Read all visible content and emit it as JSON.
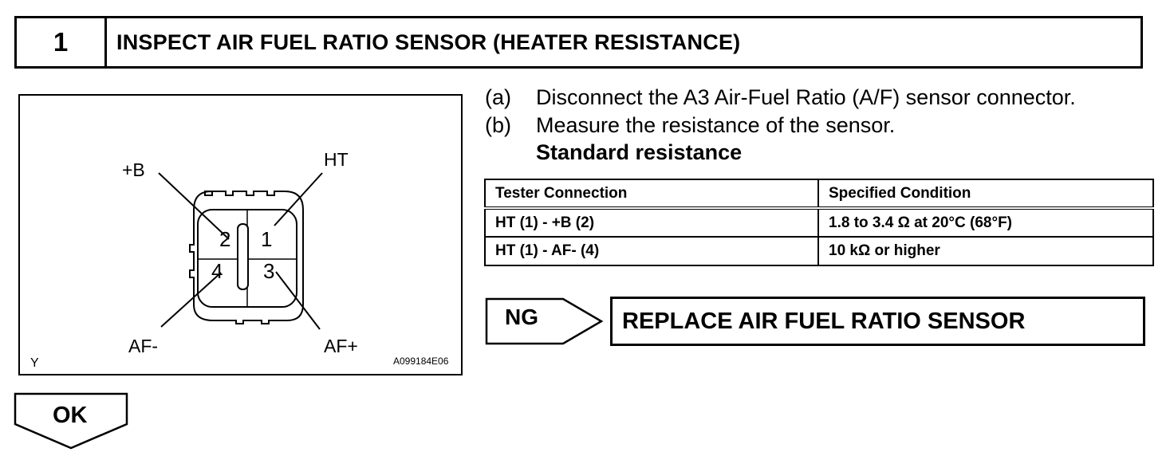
{
  "step": {
    "number": "1",
    "title": "INSPECT AIR FUEL RATIO SENSOR (HEATER RESISTANCE)"
  },
  "figure": {
    "terminals": {
      "plus_b": "+B",
      "ht": "HT",
      "af_minus": "AF-",
      "af_plus": "AF+"
    },
    "pins": [
      "2",
      "1",
      "4",
      "3"
    ],
    "view_mark": "Y",
    "figure_id": "A099184E06"
  },
  "instructions": [
    {
      "marker": "(a)",
      "text": "Disconnect the A3 Air-Fuel Ratio (A/F) sensor connector."
    },
    {
      "marker": "(b)",
      "text": "Measure the resistance of the sensor."
    }
  ],
  "standard_title": "Standard resistance",
  "table": {
    "headers": [
      "Tester Connection",
      "Specified Condition"
    ],
    "rows": [
      [
        "HT (1) - +B (2)",
        "1.8 to 3.4 Ω at 20°C (68°F)"
      ],
      [
        "HT (1) - AF- (4)",
        "10 kΩ or higher"
      ]
    ]
  },
  "ng": {
    "label": "NG",
    "action": "REPLACE AIR FUEL RATIO SENSOR"
  },
  "ok": {
    "label": "OK"
  }
}
